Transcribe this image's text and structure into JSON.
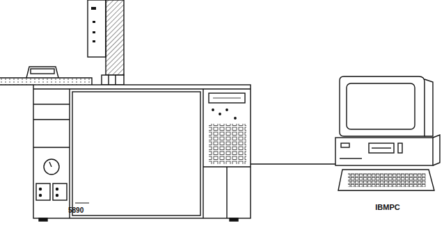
{
  "diagram": {
    "nodes": [
      {
        "text": [
          "5890"
        ]
      },
      {
        "text": [
          "IBMPC"
        ]
      }
    ],
    "edges": [
      {
        "from": 0,
        "to": 1,
        "arrow": "none"
      }
    ]
  }
}
